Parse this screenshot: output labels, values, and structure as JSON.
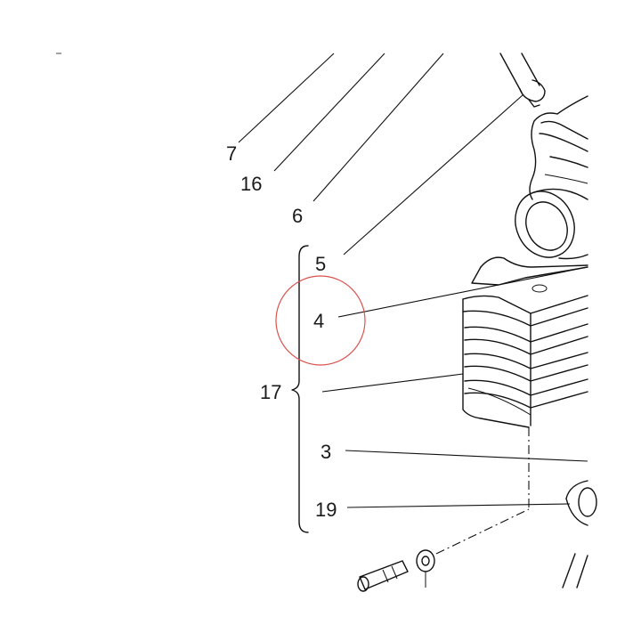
{
  "callouts": {
    "c7": "7",
    "c16": "16",
    "c6": "6",
    "c5": "5",
    "c4": "4",
    "c17": "17",
    "c3": "3",
    "c19": "19"
  },
  "highlight": {
    "target": "4",
    "color": "#d9534f"
  }
}
